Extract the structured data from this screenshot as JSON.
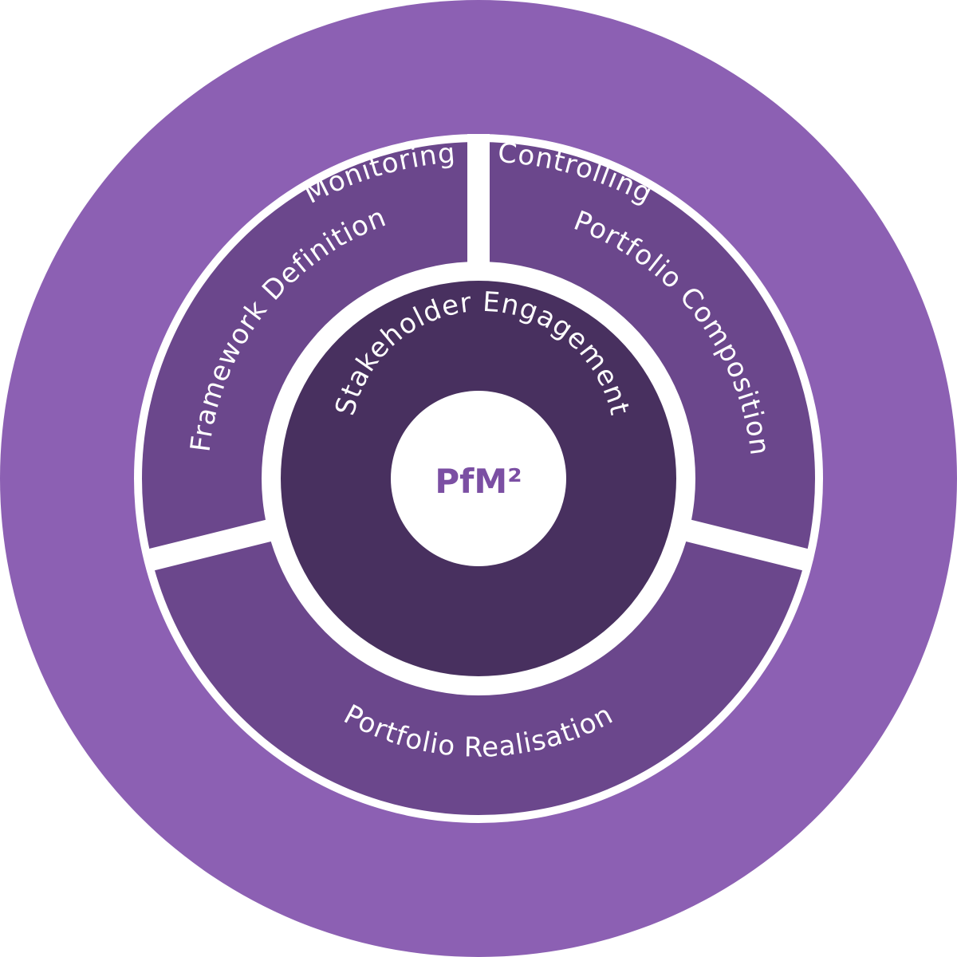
{
  "diagram": {
    "outer_ring": {
      "label": "Monitoring & Controlling"
    },
    "segments": [
      {
        "id": "framework",
        "label": "Framework Definition"
      },
      {
        "id": "composition",
        "label": "Portfolio Composition"
      },
      {
        "id": "realisation",
        "label": "Portfolio Realisation"
      }
    ],
    "inner_ring": {
      "label": "Stakeholder Engagement"
    },
    "core": {
      "label": "PfM²"
    }
  },
  "colors": {
    "outer": "#8c60b3",
    "segment": "#6b478c",
    "inner": "#48305f",
    "core_text": "#7b4fa3",
    "divider": "#ffffff"
  }
}
